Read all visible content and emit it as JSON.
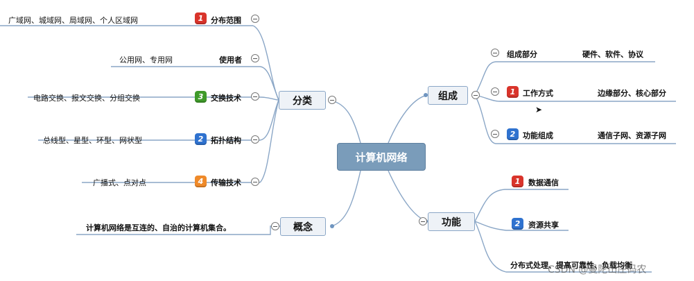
{
  "central": "计算机网络",
  "topics": {
    "fenlei": "分类",
    "gainian": "概念",
    "zucheng": "组成",
    "gongneng": "功能"
  },
  "fenlei": {
    "fanwei": {
      "num": "1",
      "label": "分布范围",
      "detail": "广域网、城域网、局域网、个人区域网"
    },
    "shiyong": {
      "label": "使用者",
      "detail": "公用网、专用网"
    },
    "jiaohuan": {
      "num": "3",
      "label": "交换技术",
      "detail": "电路交换、报文交换、分组交换"
    },
    "tuopu": {
      "num": "2",
      "label": "拓扑结构",
      "detail": "总线型、星型、环型、网状型"
    },
    "chuanshu": {
      "num": "4",
      "label": "传输技术",
      "detail": "广播式、点对点"
    }
  },
  "gainian": {
    "detail": "计算机网络是互连的、自治的计算机集合。"
  },
  "zucheng": {
    "bufen": {
      "label": "组成部分",
      "detail": "硬件、软件、协议"
    },
    "gongzuo": {
      "num": "1",
      "label": "工作方式",
      "detail": "边缘部分、核心部分"
    },
    "gongneng": {
      "num": "2",
      "label": "功能组成",
      "detail": "通信子网、资源子网"
    }
  },
  "gongneng": {
    "tongxin": {
      "num": "1",
      "label": "数据通信"
    },
    "gongxiang": {
      "num": "2",
      "label": "资源共享"
    },
    "fenbu": {
      "label": "分布式处理、提高可靠性、负载均衡"
    }
  },
  "watermark": "CSDN @曼陀山庄码农",
  "colors": {
    "red": "#d9342b",
    "green": "#3f9a2a",
    "blue": "#2f72cf",
    "orange": "#ef8a2a",
    "line": "#8aa6c6"
  }
}
